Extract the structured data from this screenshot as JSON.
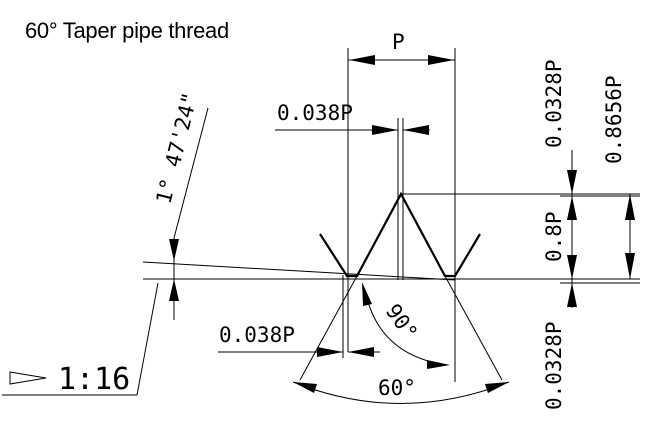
{
  "title": "60° Taper pipe thread",
  "labels": {
    "pitch": "P",
    "crest_flat": "0.038P",
    "root_flat": "0.038P",
    "crest_trunc": "0.0328P",
    "root_trunc": "0.0328P",
    "full_height": "0.8656P",
    "thread_height": "0.8P",
    "taper_angle": "1° 47'24\"",
    "taper_ratio": "1:16",
    "flank_angle": "60°",
    "right_angle": "90°"
  },
  "icons": {
    "taper_symbol": "taper-triangle-icon"
  }
}
